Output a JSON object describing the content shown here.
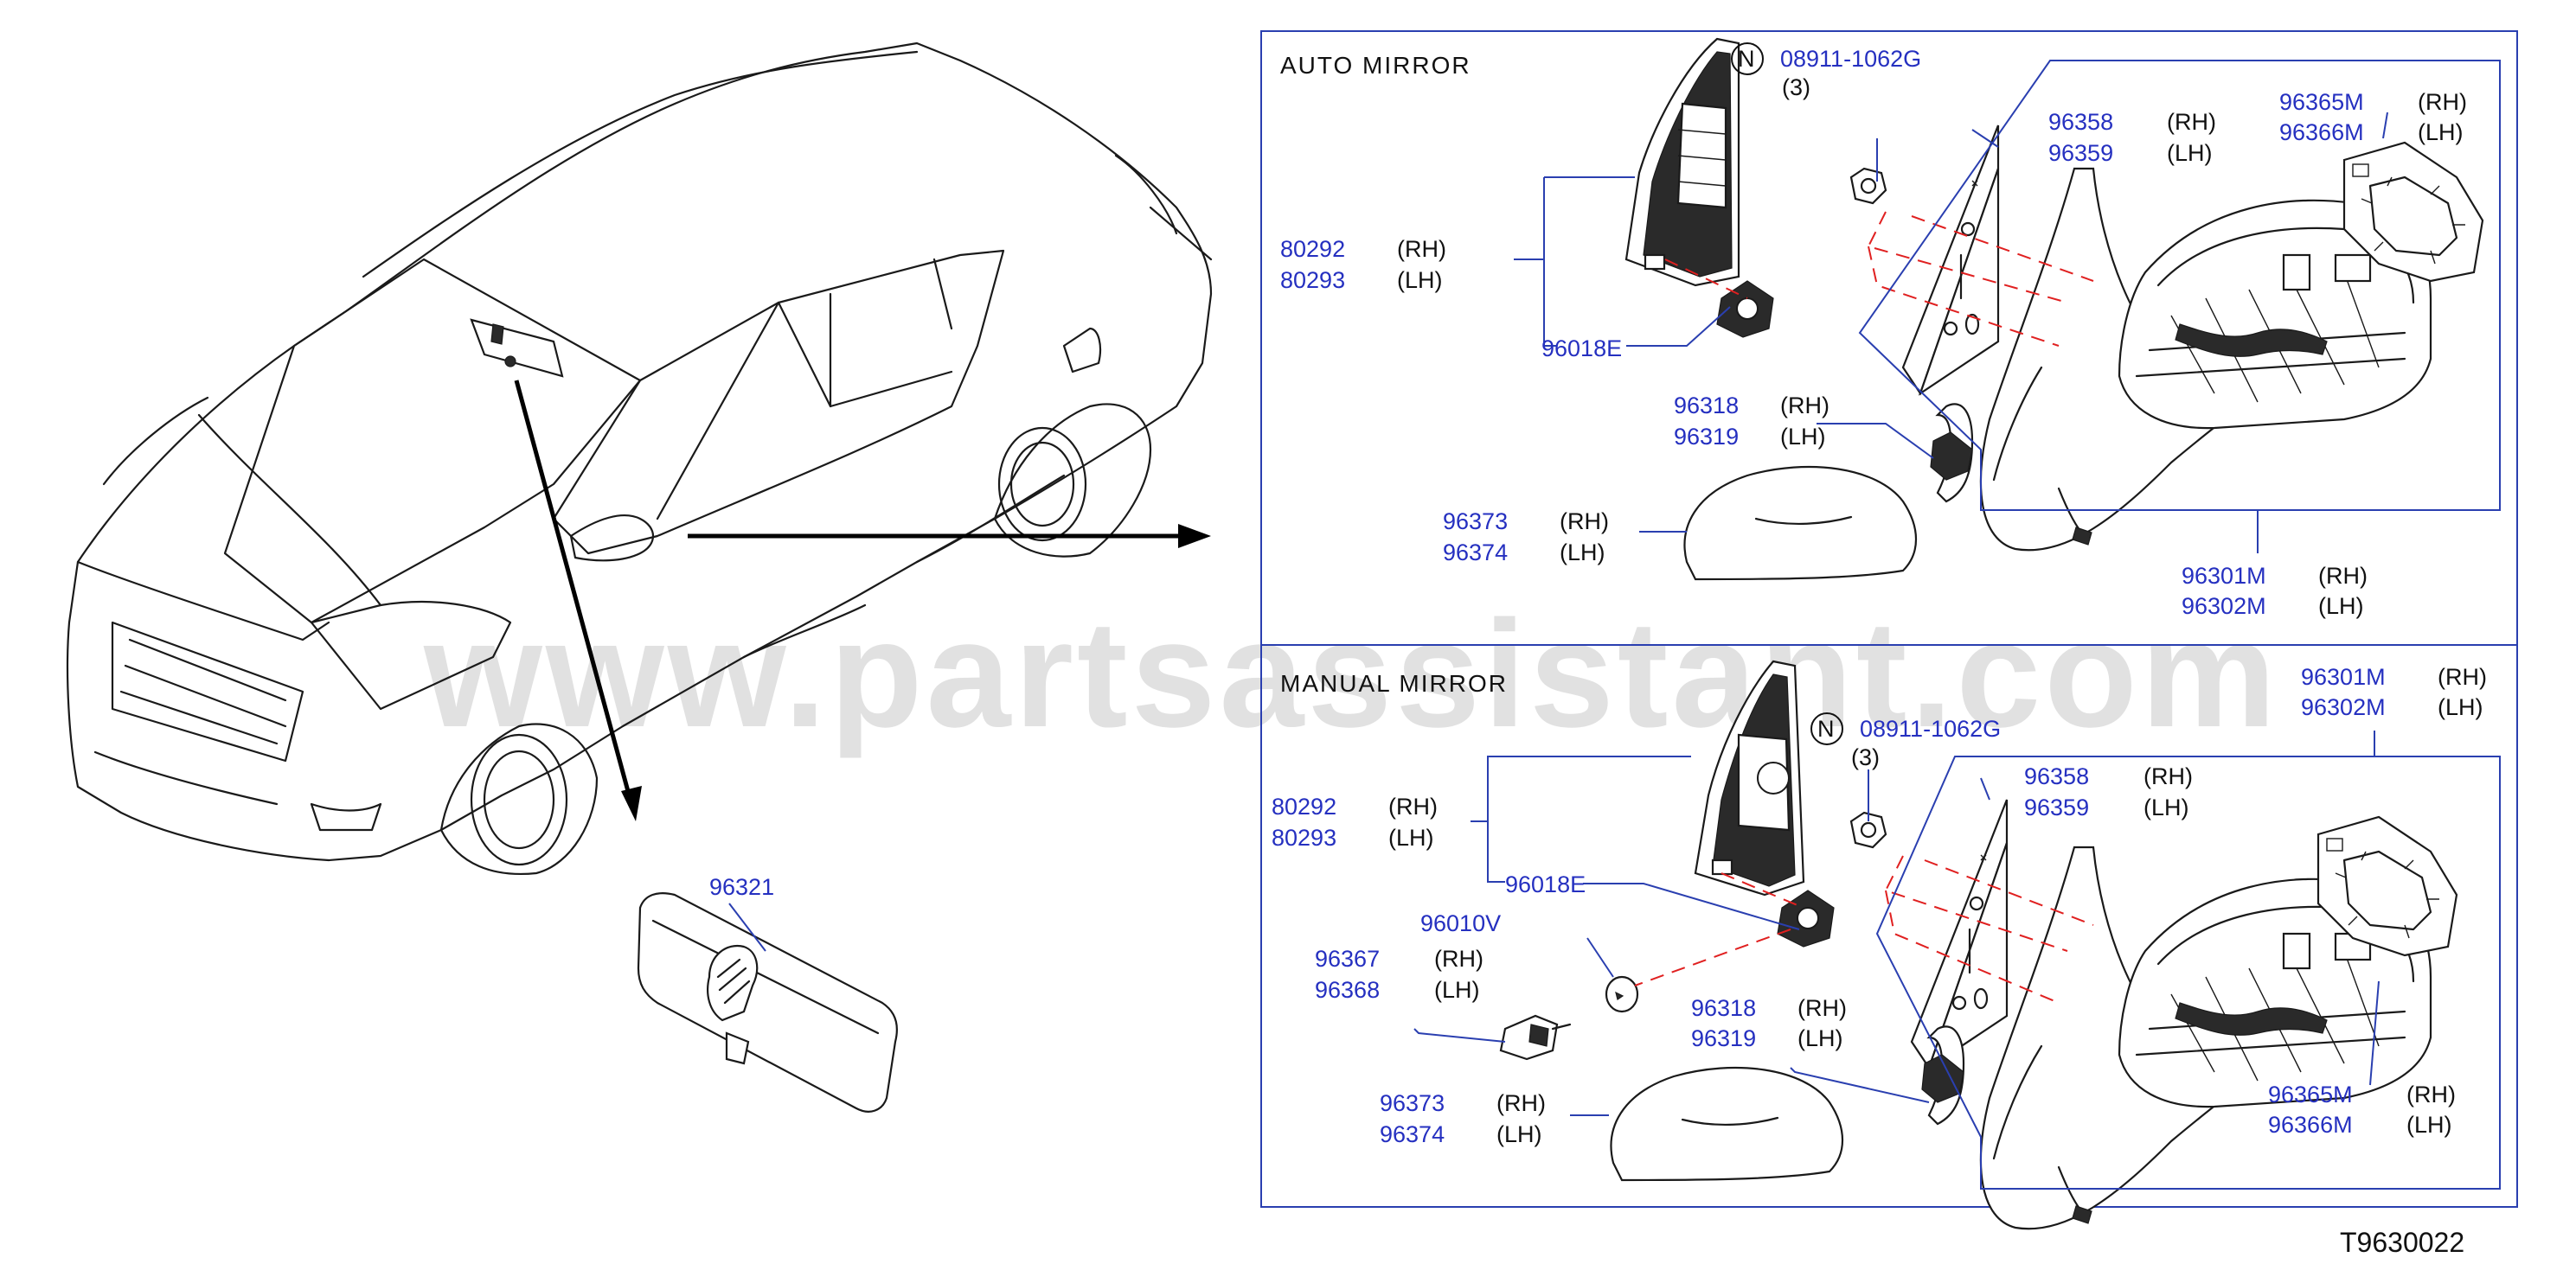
{
  "watermark": "www.partsassistant.com",
  "diagram_code": "T9630022",
  "inner_mirror": {
    "part": "96321"
  },
  "auto_section": {
    "title": "AUTO   MIRROR",
    "n_symbol": "N",
    "bolt_part": "08911-1062G",
    "bolt_qty": "(3)",
    "p80292": "80292",
    "p80292_side": "(RH)",
    "p80293": "80293",
    "p80293_side": "(LH)",
    "p96018": "96018E",
    "p96358": "96358",
    "p96358_side": "(RH)",
    "p96359": "96359",
    "p96359_side": "(LH)",
    "p96365": "96365M",
    "p96365_side": "(RH)",
    "p96366": "96366M",
    "p96366_side": "(LH)",
    "p96318": "96318",
    "p96318_side": "(RH)",
    "p96319": "96319",
    "p96319_side": "(LH)",
    "p96373": "96373",
    "p96373_side": "(RH)",
    "p96374": "96374",
    "p96374_side": "(LH)",
    "p96301": "96301M",
    "p96301_side": "(RH)",
    "p96302": "96302M",
    "p96302_side": "(LH)"
  },
  "manual_section": {
    "title": "MANUAL   MIRROR",
    "n_symbol": "N",
    "bolt_part": "08911-1062G",
    "bolt_qty": "(3)",
    "p80292": "80292",
    "p80292_side": "(RH)",
    "p80293": "80293",
    "p80293_side": "(LH)",
    "p96018": "96018E",
    "p96010": "96010V",
    "p96367": "96367",
    "p96367_side": "(RH)",
    "p96368": "96368",
    "p96368_side": "(LH)",
    "p96358": "96358",
    "p96358_side": "(RH)",
    "p96359": "96359",
    "p96359_side": "(LH)",
    "p96301": "96301M",
    "p96301_side": "(RH)",
    "p96302": "96302M",
    "p96302_side": "(LH)",
    "p96318": "96318",
    "p96318_side": "(RH)",
    "p96319": "96319",
    "p96319_side": "(LH)",
    "p96373": "96373",
    "p96373_side": "(RH)",
    "p96374": "96374",
    "p96374_side": "(LH)",
    "p96365": "96365M",
    "p96365_side": "(RH)",
    "p96366": "96366M",
    "p96366_side": "(LH)"
  }
}
